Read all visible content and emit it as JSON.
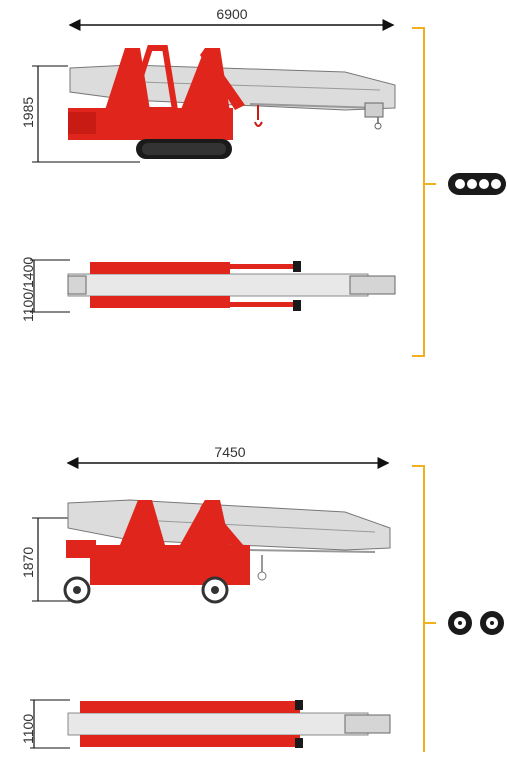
{
  "crawler": {
    "length_label": "6900",
    "height_label": "1985",
    "width_label": "1100/1400",
    "undercarriage_icon": "crawler-track-icon"
  },
  "wheeled": {
    "length_label": "7450",
    "height_label": "1870",
    "width_label": "1100",
    "undercarriage_icon": "wheels-icon"
  },
  "colors": {
    "crane_red": "#e0261c",
    "boom_grey": "#d9d9d9",
    "bracket_orange": "#f2b01e",
    "track_black": "#1a1a1a"
  }
}
